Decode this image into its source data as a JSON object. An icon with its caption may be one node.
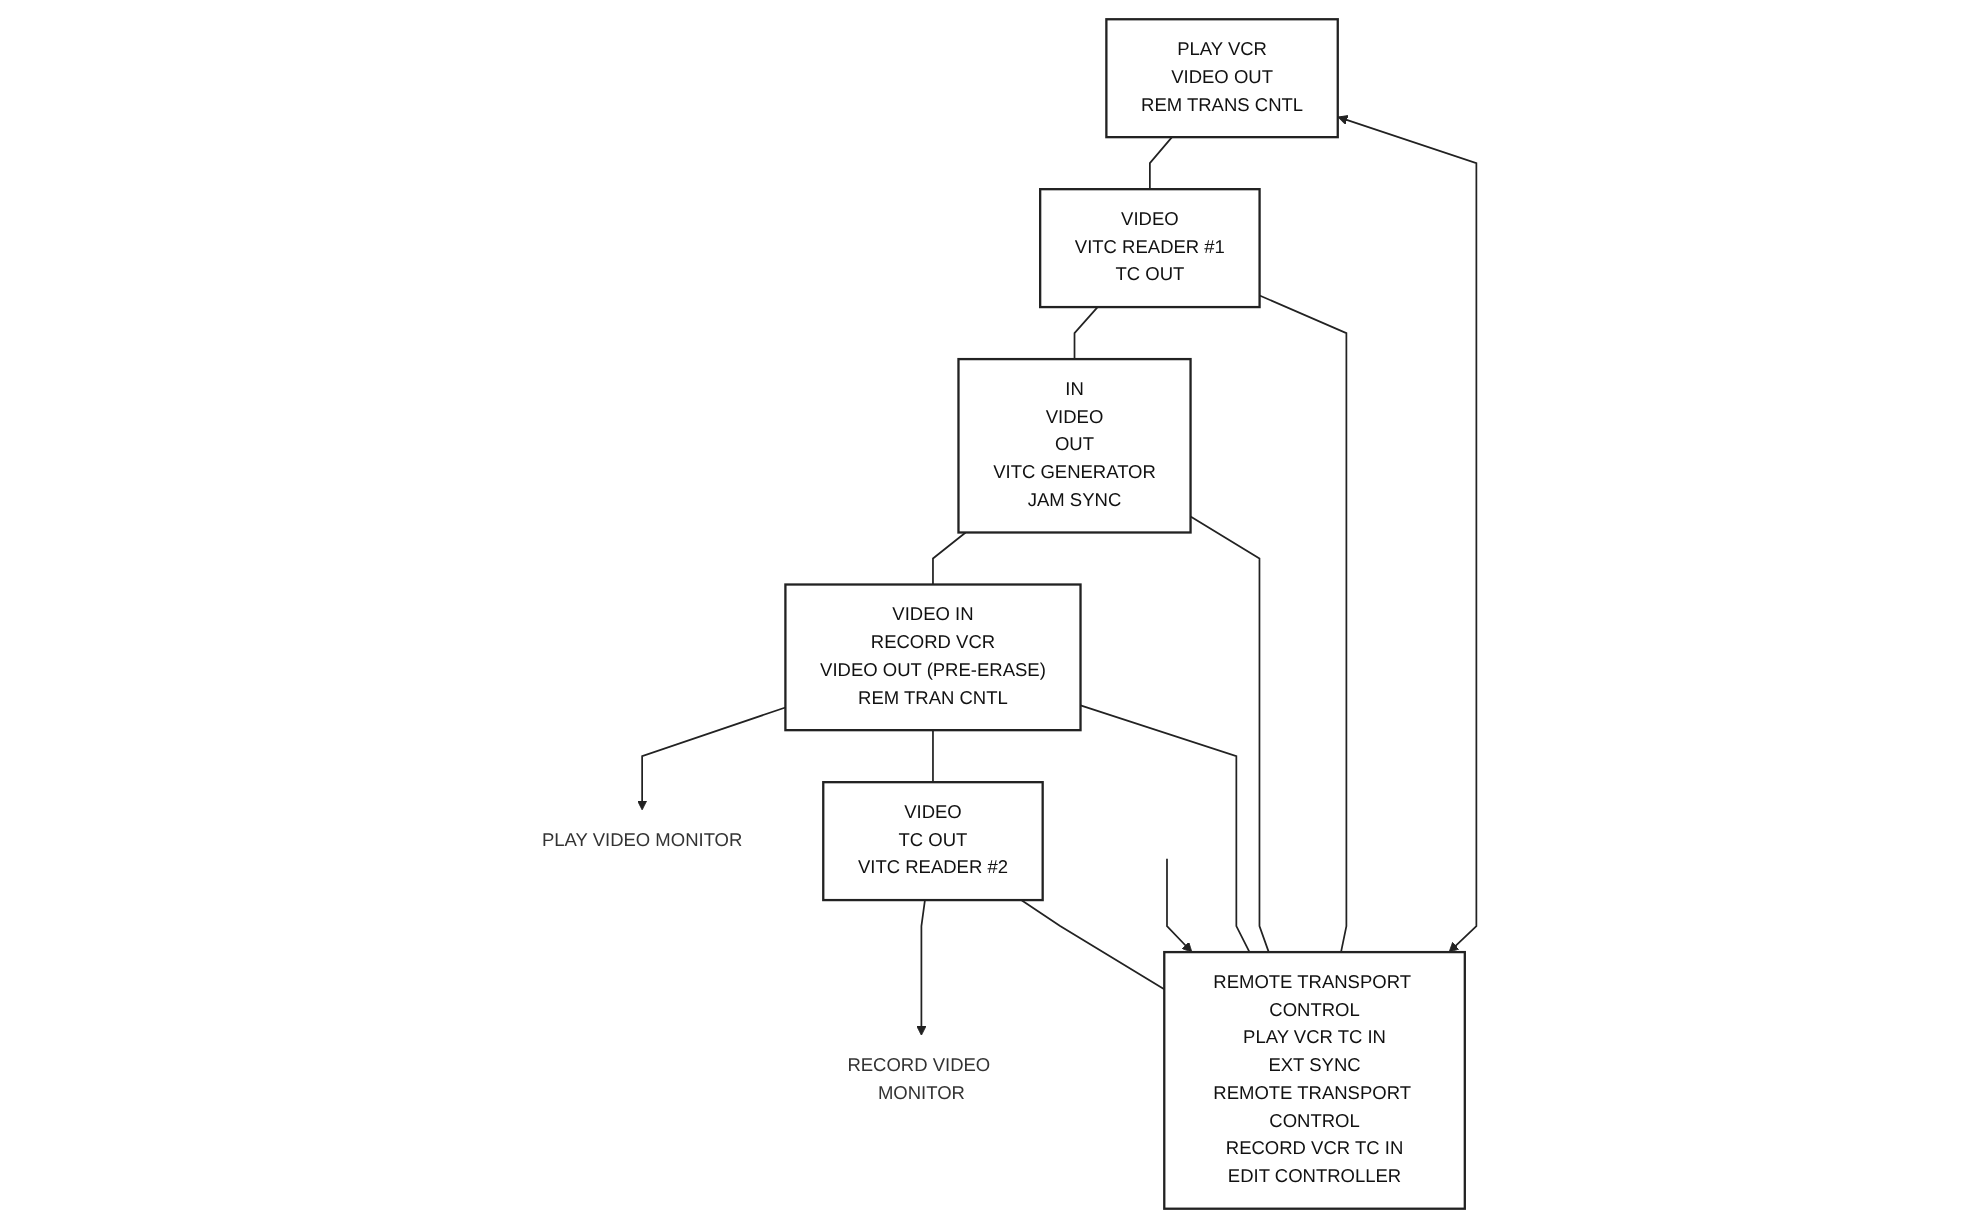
{
  "diagram": {
    "nodes": [
      {
        "text": [
          "PLAY VCR",
          "VIDEO OUT",
          "REM TRANS CNTL"
        ]
      },
      {
        "text": [
          "PLAY VIDEO MONITOR"
        ]
      },
      {
        "text": [
          "VIDEO IN",
          "RECORD VCR",
          "VIDEO OUT (PRE-ERASE)",
          "REM TRAN CNTL"
        ]
      },
      {
        "text": [
          "RECORD VIDEO MONITOR"
        ]
      },
      {
        "text": [
          "VIDEO",
          "VITC READER #1",
          "TC OUT"
        ]
      },
      {
        "text": [
          "IN",
          "VIDEO",
          "OUT",
          "VITC GENERATOR",
          "JAM SYNC"
        ]
      },
      {
        "text": [
          "VIDEO",
          "TC OUT",
          "VITC READER #2"
        ]
      },
      {
        "text": [
          "REMOTE TRANSPORT CONTROL",
          "PLAY VCR TC IN",
          "EXT SYNC",
          "REMOTE TRANSPORT CONTROL",
          "RECORD VCR TC IN",
          "EDIT CONTROLLER"
        ]
      }
    ],
    "edges": [
      {
        "from": 0,
        "to": 4,
        "arrow": "none"
      },
      {
        "from": 4,
        "to": 5,
        "arrow": "none"
      },
      {
        "from": 5,
        "to": 2,
        "arrow": "none"
      },
      {
        "from": 2,
        "to": 1,
        "arrow": "to"
      },
      {
        "from": 2,
        "to": 6,
        "arrow": "none"
      },
      {
        "from": 6,
        "to": 3,
        "arrow": "to"
      },
      {
        "from": 0,
        "to": 7,
        "arrow": "both"
      },
      {
        "from": 4,
        "to": 7,
        "arrow": "none"
      },
      {
        "from": null,
        "to": 7,
        "arrow": "to"
      },
      {
        "from": 2,
        "to": 7,
        "arrow": "none"
      },
      {
        "from": 6,
        "to": 7,
        "arrow": "none"
      },
      {
        "from": 7,
        "to": 5,
        "arrow": "none"
      }
    ]
  }
}
